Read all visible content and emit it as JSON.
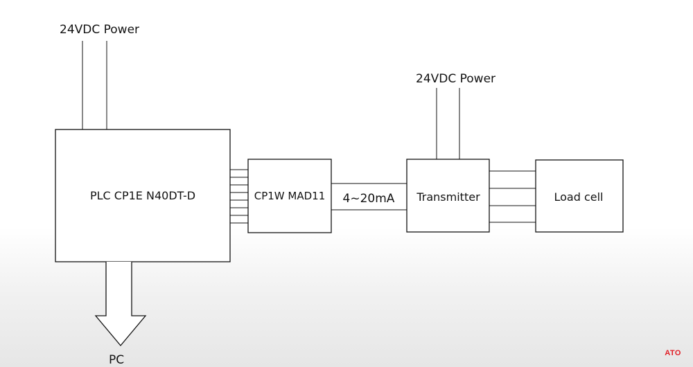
{
  "colors": {
    "line": "#111111",
    "box_fill": "#ffffff",
    "logo": "#e11d25"
  },
  "labels": {
    "power_plc": "24VDC Power",
    "power_transmitter": "24VDC Power",
    "plc": "PLC CP1E N40DT-D",
    "module": "CP1W MAD11",
    "signal": "4~20mA",
    "transmitter": "Transmitter",
    "load_cell": "Load cell",
    "pc": "PC"
  },
  "logo": {
    "text": "ATO"
  }
}
